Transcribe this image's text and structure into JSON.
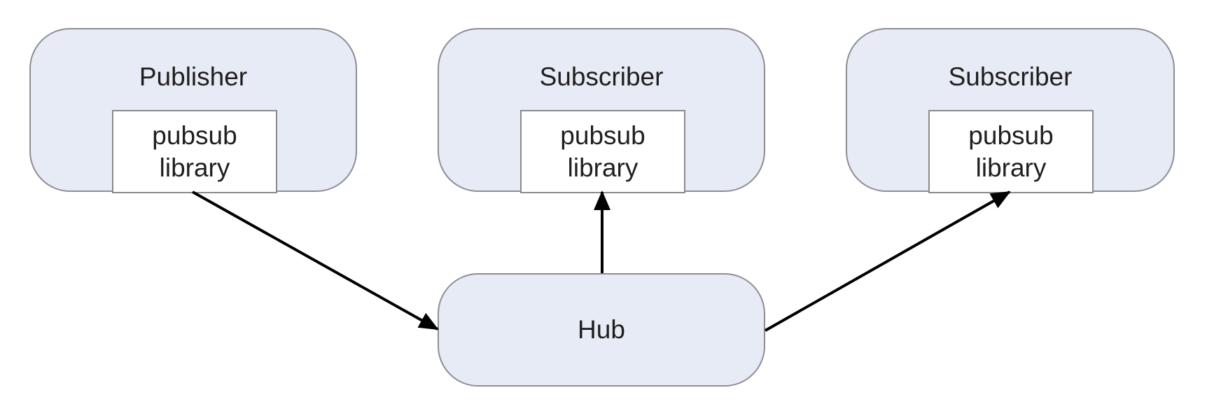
{
  "diagram": {
    "publisher": {
      "title": "Publisher",
      "library_line1": "pubsub",
      "library_line2": "library"
    },
    "subscriber_1": {
      "title": "Subscriber",
      "library_line1": "pubsub",
      "library_line2": "library"
    },
    "subscriber_2": {
      "title": "Subscriber",
      "library_line1": "pubsub",
      "library_line2": "library"
    },
    "hub": {
      "title": "Hub"
    },
    "edges": [
      {
        "from": "publisher-library",
        "to": "hub"
      },
      {
        "from": "hub",
        "to": "subscriber-1-library"
      },
      {
        "from": "hub",
        "to": "subscriber-2-library"
      }
    ]
  },
  "colors": {
    "node_fill": "#e7ebf5",
    "node_border": "#8d8d95",
    "library_fill": "#ffffff",
    "arrow": "#000000"
  }
}
